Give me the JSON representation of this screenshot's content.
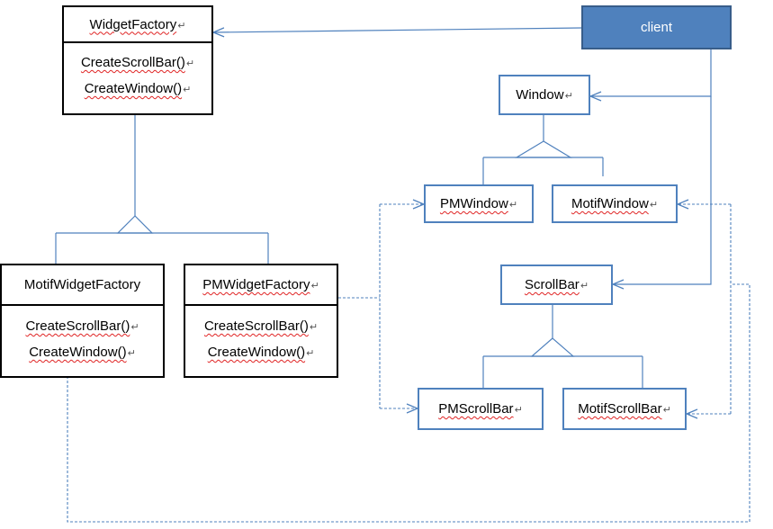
{
  "diagram": {
    "colors": {
      "client_fill": "#4f81bd",
      "client_text": "#ffffff",
      "product_border": "#4f81bd",
      "factory_border": "#000000",
      "connector": "#4f81bd",
      "spellcheck_underline": "#e02424"
    },
    "paragraph_mark": "↵",
    "client": {
      "label": "client"
    },
    "widget_factory": {
      "title": "WidgetFactory",
      "methods": [
        "CreateScrollBar()",
        "CreateWindow()"
      ]
    },
    "motif_widget_factory": {
      "title": "MotifWidgetFactory",
      "methods": [
        "CreateScrollBar()",
        "CreateWindow()"
      ]
    },
    "pm_widget_factory": {
      "title": "PMWidgetFactory",
      "methods": [
        "CreateScrollBar()",
        "CreateWindow()"
      ]
    },
    "window": {
      "title": "Window"
    },
    "pm_window": {
      "title": "PMWindow"
    },
    "motif_window": {
      "title": "MotifWindow"
    },
    "scroll_bar": {
      "title": "ScrollBar"
    },
    "pm_scroll_bar": {
      "title": "PMScrollBar"
    },
    "motif_scroll_bar": {
      "title": "MotifScrollBar"
    }
  }
}
